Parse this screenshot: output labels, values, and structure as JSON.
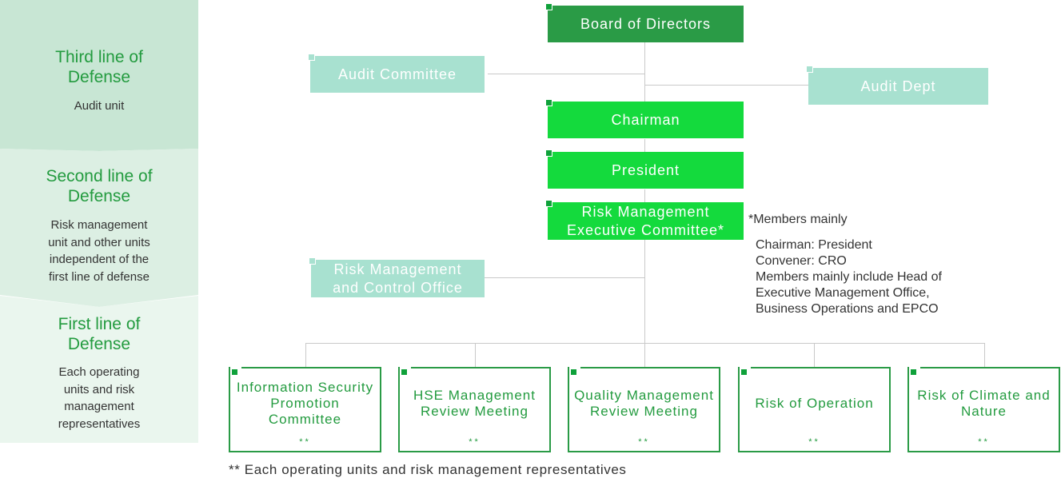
{
  "lines_of_defense": {
    "third": {
      "title": "Third line of Defense",
      "desc": "Audit unit"
    },
    "second": {
      "title": "Second line of Defense",
      "desc": "Risk management unit and other units independent of the first line of defense"
    },
    "first": {
      "title": "First line of Defense",
      "desc": "Each operating units and risk management representatives"
    }
  },
  "org": {
    "board": "Board of Directors",
    "audit_committee": "Audit Committee",
    "audit_dept": "Audit Dept",
    "chairman": "Chairman",
    "president": "President",
    "rmec_line1": "Risk Management",
    "rmec_line2": "Executive Committee*",
    "rmco_line1": "Risk Management",
    "rmco_line2": "and Control Office"
  },
  "members_note": {
    "heading": "*Members mainly",
    "lines": [
      "Chairman: President",
      "Convener: CRO",
      "Members mainly include Head of",
      "Executive Management Office,",
      "Business Operations and EPCO"
    ]
  },
  "committees": [
    {
      "name": "Information Security Promotion Committee",
      "mark": "**"
    },
    {
      "name": "HSE Management Review Meeting",
      "mark": "**"
    },
    {
      "name": "Quality Management Review Meeting",
      "mark": "**"
    },
    {
      "name": "Risk of Operation",
      "mark": "**"
    },
    {
      "name": "Risk of Climate and Nature",
      "mark": "**"
    }
  ],
  "footnote": "** Each operating units and risk management representatives",
  "colors": {
    "dark_green": "#2a9b46",
    "bright_green": "#14da3d",
    "light_teal": "#a8e1d0",
    "title_green": "#239b3f"
  }
}
